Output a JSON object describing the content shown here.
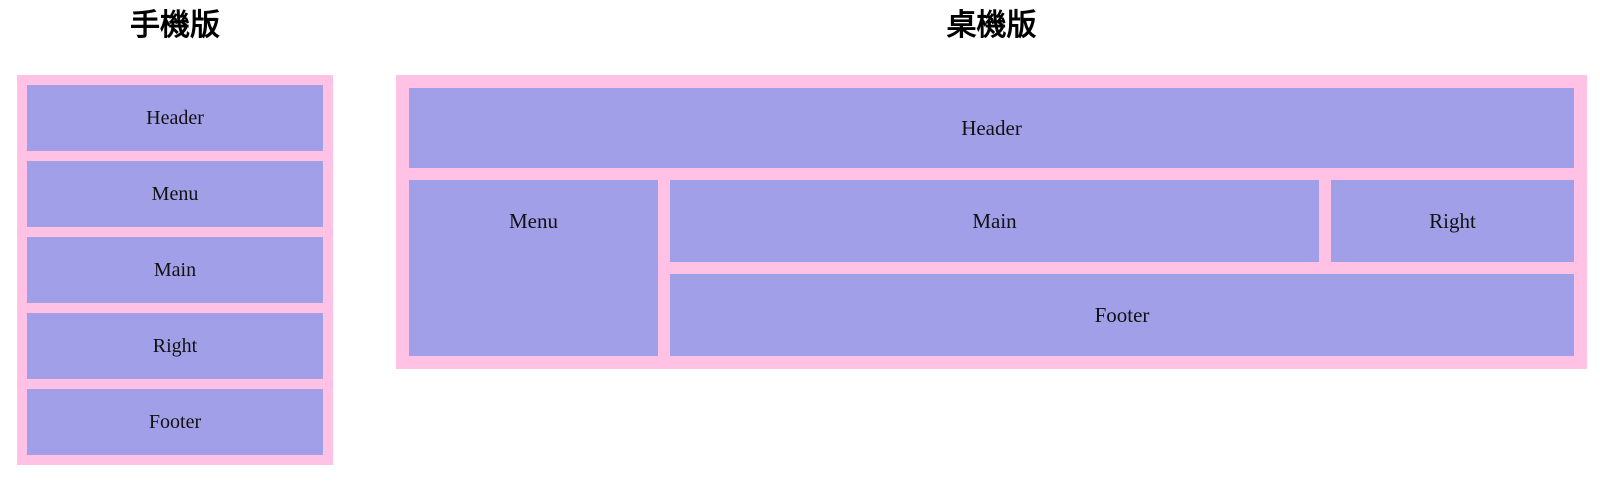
{
  "colors": {
    "page_bg": "#ffffff",
    "panel_pink": "#ffc2e5",
    "box_purple": "#a29fe9",
    "label": "#111111",
    "title": "#000000"
  },
  "mobile": {
    "title": "手機版",
    "boxes": [
      {
        "label": "Header"
      },
      {
        "label": "Menu"
      },
      {
        "label": "Main"
      },
      {
        "label": "Right"
      },
      {
        "label": "Footer"
      }
    ]
  },
  "desktop": {
    "title": "桌機版",
    "areas": {
      "header": "Header",
      "menu": "Menu",
      "main": "Main",
      "right": "Right",
      "footer": "Footer"
    }
  }
}
